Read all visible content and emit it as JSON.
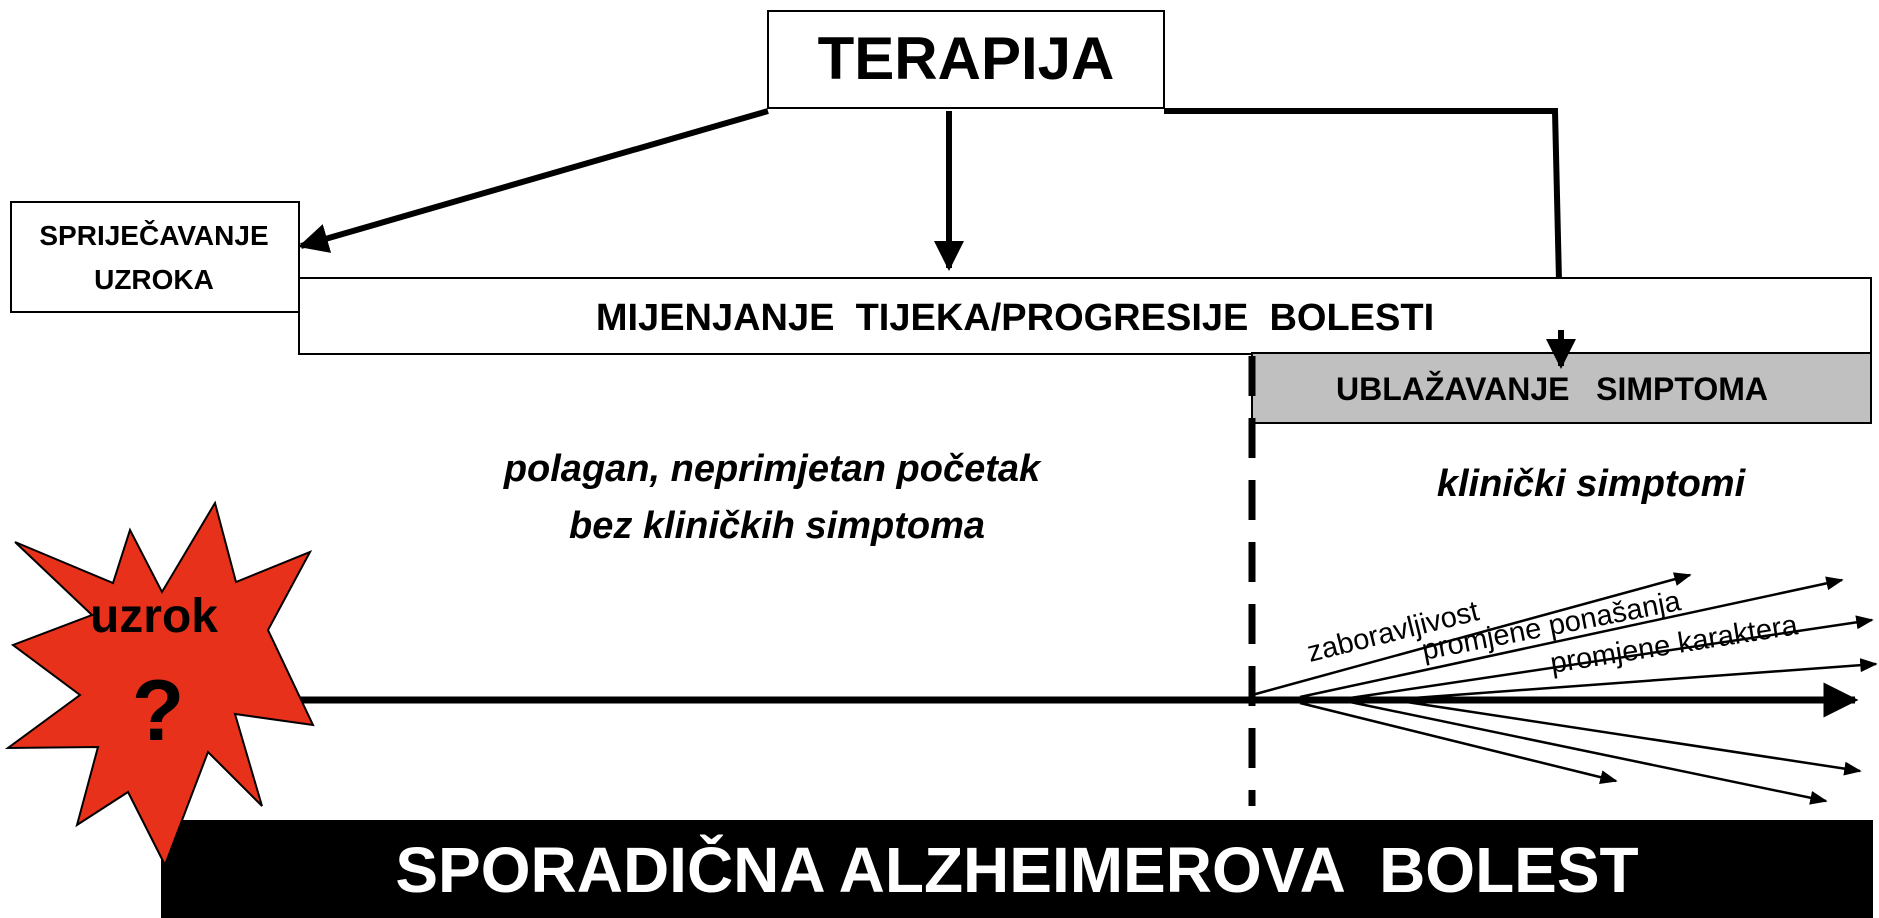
{
  "therapy": {
    "label": "TERAPIJA"
  },
  "prevention": {
    "line1": "SPRIJEČAVANJE",
    "line2": "UZROKA"
  },
  "modification": {
    "label": "MIJENJANJE  TIJEKA/PROGRESIJE  BOLESTI"
  },
  "symptom_relief": {
    "label": "UBLAŽAVANJE   SIMPTOMA"
  },
  "preclinical": {
    "line1": "polagan, neprimjetan početak",
    "line2": "bez kliničkih simptoma"
  },
  "clinical": {
    "label": "klinički simptomi"
  },
  "cause": {
    "label": "uzrok",
    "mark": "?"
  },
  "symptoms": {
    "forgetfulness": "zaboravljivost",
    "behavior": "promjene ponašanja",
    "character": "promjene karaktera"
  },
  "footer": {
    "title": "SPORADIČNA ALZHEIMEROVA  BOLEST"
  },
  "colors": {
    "burst": "#E8311A",
    "symptom_box": "#C0C0C0",
    "footer_bg": "#000000",
    "footer_text": "#ffffff"
  }
}
